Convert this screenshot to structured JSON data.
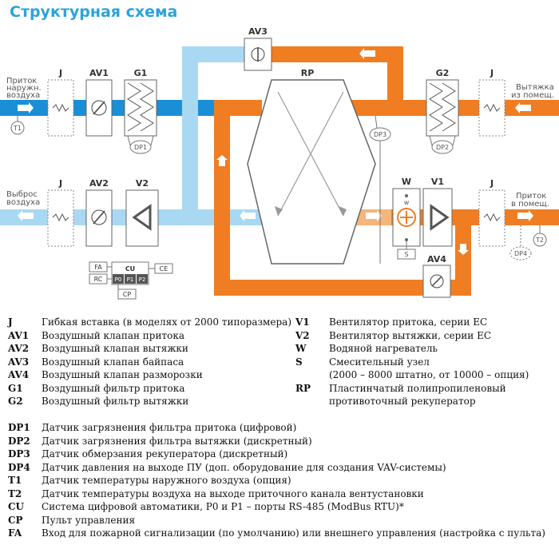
{
  "title": "Структурная схема",
  "colors": {
    "supply_blue": "#1a8fd6",
    "light_blue": "#a9d8f3",
    "exhaust_orange": "#f07d22",
    "light_orange": "#f6b57a",
    "title_blue": "#2aa3dc"
  },
  "flows": {
    "inlet": "Приток наружн. воздуха",
    "outlet_exhaust": "Выброс воздуха",
    "room_exhaust": "Вытяжка из помещ.",
    "room_supply": "Приток в помещ."
  },
  "components": {
    "j": "J",
    "av1": "AV1",
    "g1": "G1",
    "av2": "AV2",
    "v2": "V2",
    "av3": "AV3",
    "rp": "RP",
    "g2": "G2",
    "w": "W",
    "v1": "V1",
    "av4": "AV4",
    "s": "S",
    "w_small": "w",
    "dp1": "DP1",
    "dp2": "DP2",
    "dp3": "DP3",
    "dp4": "DP4",
    "t1": "T1",
    "t2": "T2"
  },
  "control": {
    "fa": "FA",
    "rc": "RC",
    "cu": "CU",
    "ce": "CE",
    "cp": "CP",
    "p0": "P0",
    "p1": "P1",
    "p2": "P2"
  },
  "legend_left": [
    {
      "code": "J",
      "desc": "Гибкая вставка (в моделях от 2000 типоразмера)"
    },
    {
      "code": "AV1",
      "desc": "Воздушный клапан притока"
    },
    {
      "code": "AV2",
      "desc": "Воздушный клапан вытяжки"
    },
    {
      "code": "AV3",
      "desc": "Воздушный клапан байпаса"
    },
    {
      "code": "AV4",
      "desc": "Воздушный клапан разморозки"
    },
    {
      "code": "G1",
      "desc": "Воздушный фильтр притока"
    },
    {
      "code": "G2",
      "desc": "Воздушный фильтр вытяжки"
    }
  ],
  "legend_right": [
    {
      "code": "V1",
      "desc": "Вентилятор притока, серии EC"
    },
    {
      "code": "V2",
      "desc": "Вентилятор вытяжки, серии EC"
    },
    {
      "code": "W",
      "desc": "Водяной нагреватель"
    },
    {
      "code": "S",
      "desc": "Смесительный узел"
    },
    {
      "code": "",
      "desc": "(2000 – 8000 штатно, от 10000 – опция)"
    },
    {
      "code": "RP",
      "desc": "Пластинчатый полипропиленовый"
    },
    {
      "code": "",
      "desc": "противоточный рекуператор"
    }
  ],
  "legend_bottom": [
    {
      "code": "DP1",
      "desc": "Датчик загрязнения фильтра притока (цифровой)"
    },
    {
      "code": "DP2",
      "desc": "Датчик загрязнения фильтра вытяжки (дискретный)"
    },
    {
      "code": "DP3",
      "desc": "Датчик обмерзания рекуператора (дискретный)"
    },
    {
      "code": "DP4",
      "desc": "Датчик давления на выходе ПУ (доп. оборудование для создания VAV-системы)"
    },
    {
      "code": "T1",
      "desc": "Датчик температуры наружного воздуха (опция)"
    },
    {
      "code": "T2",
      "desc": "Датчик температуры воздуха на выходе приточного канала вентустановки"
    },
    {
      "code": "CU",
      "desc": "Система цифровой автоматики, P0 и P1 – порты RS-485 (ModBus RTU)*"
    },
    {
      "code": "CP",
      "desc": "Пульт управления"
    },
    {
      "code": "FA",
      "desc": "Вход для пожарной сигнализации (по умолчанию) или внешнего управления (настройка с пульта)"
    }
  ]
}
